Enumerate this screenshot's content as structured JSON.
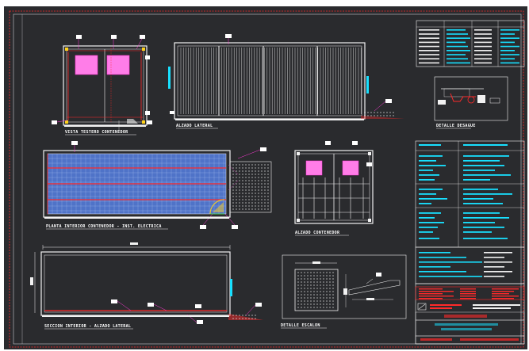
{
  "drawing": {
    "views": {
      "front": "VISTA TESTERO CONTENEDOR",
      "side": "ALZADO LATERAL",
      "detail_drain": "DETALLE DESAGUE",
      "plan": "PLANTA INTERIOR CONTENEDOR - INST. ELECTRICA",
      "elevation": "ALZADO CONTENEDOR",
      "section": "SECCION INTERIOR - ALZADO LATERAL",
      "detail_step": "DETALLE ESCALON"
    }
  },
  "colors": {
    "canvas": "#2a2b2e",
    "frame": "#c8c8d0",
    "red": "#ff2a2a",
    "cyan": "#18e0ff",
    "magenta": "#ff3ad6",
    "pink": "#ff6ee0",
    "white": "#f2f2f2",
    "blue_floor": "#4f73c8",
    "yellow": "#ffd21a",
    "green": "#38e038"
  }
}
